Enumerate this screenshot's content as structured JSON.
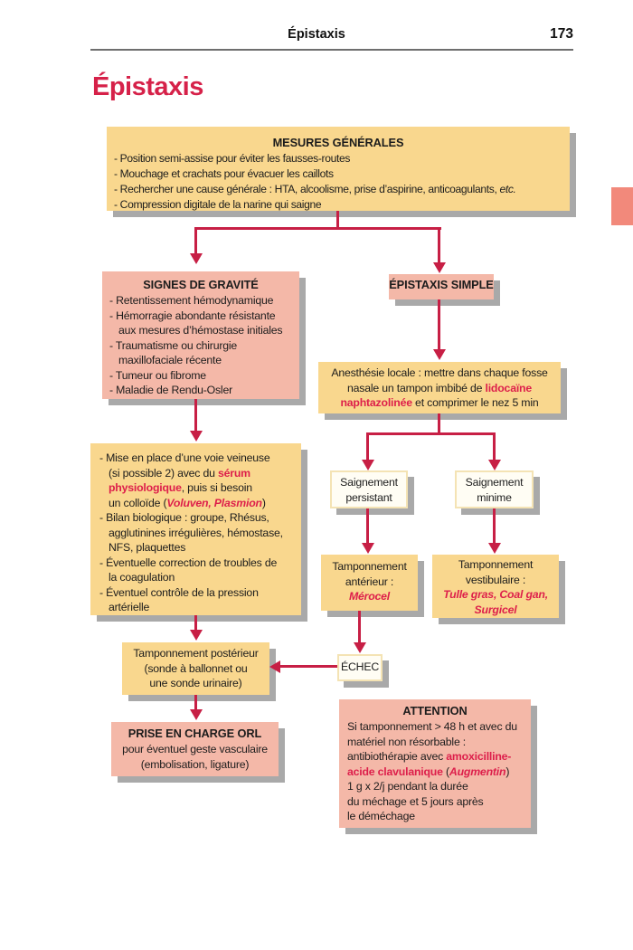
{
  "header": {
    "running_title": "Épistaxis",
    "page_number": "173"
  },
  "title": "Épistaxis",
  "colors": {
    "box_yellow": "#f9d78e",
    "box_pink": "#f4b8a8",
    "arrow_red": "#c71f45",
    "accent_red_text": "#dd1f4b",
    "title_red": "#d62149",
    "shadow_gray": "#a9a9a9",
    "edge_tab": "#f2897b"
  },
  "mesures": {
    "title": "MESURES GÉNÉRALES",
    "line1": "- Position semi-assise pour éviter les fausses-routes",
    "line2": "- Mouchage et crachats pour évacuer les caillots",
    "line3_pre": "- Rechercher une cause générale : HTA, alcoolisme, prise d’aspirine, anticoagulants, ",
    "line3_etc": "etc.",
    "line4": "- Compression digitale de la narine qui saigne"
  },
  "signes": {
    "title": "SIGNES DE GRAVITÉ",
    "lines": [
      "- Retentissement hémodynamique",
      "- Hémorragie abondante résistante",
      "aux mesures d’hémostase initiales",
      "- Traumatisme ou chirurgie",
      "maxillofaciale récente",
      "- Tumeur ou fibrome",
      "- Maladie de Rendu-Osler"
    ]
  },
  "epistaxis_simple": {
    "label": "ÉPISTAXIS SIMPLE"
  },
  "anesthesie": {
    "l1": "Anesthésie locale : mettre dans chaque fosse",
    "l2_pre": "nasale un tampon imbibé de ",
    "l2_drug": "lidocaïne",
    "l3_drug": "naphtazolinée",
    "l3_post": " et comprimer le nez 5 min"
  },
  "mise": {
    "l1": "- Mise en place d’une voie veineuse",
    "l2_pre": "(si possible 2) avec du ",
    "l2_drug": "sérum",
    "l3_drug": "physiologique",
    "l3_post": ", puis si besoin",
    "l4_pre": "un colloïde (",
    "l4_brand": "Voluven, Plasmion",
    "l4_post": ")",
    "l5": "- Bilan biologique : groupe, Rhésus,",
    "l6": "agglutinines irrégulières, hémostase,",
    "l7": "NFS, plaquettes",
    "l8": "- Éventuelle correction de troubles de",
    "l9": "la coagulation",
    "l10": "- Éventuel contrôle de la pression",
    "l11": "artérielle"
  },
  "saignement_persistant": {
    "l1": "Saignement",
    "l2": "persistant"
  },
  "saignement_minime": {
    "l1": "Saignement",
    "l2": "minime"
  },
  "tamp_anterieur": {
    "l1": "Tamponnement",
    "l2": "antérieur :",
    "brand": "Mérocel"
  },
  "tamp_vestibulaire": {
    "l1": "Tamponnement",
    "l2": "vestibulaire :",
    "brand1": "Tulle gras, Coal gan,",
    "brand2": "Surgicel"
  },
  "tamp_posterieur": {
    "l1": "Tamponnement postérieur",
    "l2": "(sonde à ballonnet ou",
    "l3": "une sonde urinaire)"
  },
  "echec": {
    "label": "ÉCHEC"
  },
  "prise_orl": {
    "title": "PRISE EN CHARGE ORL",
    "l2": "pour éventuel geste vasculaire",
    "l3": "(embolisation, ligature)"
  },
  "attention": {
    "title": "ATTENTION",
    "l1": "Si tamponnement > 48 h et avec du",
    "l2": "matériel non résorbable :",
    "l3_pre": "antibiothérapie avec ",
    "l3_drug": "amoxicilline-",
    "l4_drug": "acide clavulanique",
    "l4_mid": " (",
    "l4_brand": "Augmentin",
    "l4_post": ")",
    "l5": "1 g x 2/j pendant la durée",
    "l6": "du méchage et 5 jours après",
    "l7": "le déméchage"
  }
}
